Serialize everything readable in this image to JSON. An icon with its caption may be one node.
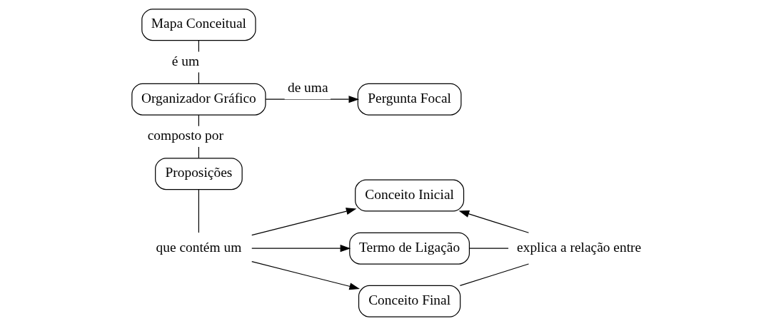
{
  "diagram": {
    "nodes": [
      {
        "text": [
          "Mapa Conceitual"
        ]
      },
      {
        "text": [
          "Organizador Gráfico"
        ]
      },
      {
        "text": [
          "Pergunta Focal"
        ]
      },
      {
        "text": [
          "Proposições"
        ]
      },
      {
        "text": [
          "que contém um"
        ]
      },
      {
        "text": [
          "Conceito Inicial"
        ]
      },
      {
        "text": [
          "Termo de Ligação"
        ]
      },
      {
        "text": [
          "Conceito Final"
        ]
      },
      {
        "text": [
          "explica a relação entre"
        ]
      }
    ],
    "edges": [
      {
        "from": 0,
        "to": 1,
        "arrow": "none",
        "label": "é um"
      },
      {
        "from": 1,
        "to": 2,
        "arrow": "to",
        "label": "de uma"
      },
      {
        "from": 1,
        "to": 3,
        "arrow": "none",
        "label": "composto por"
      },
      {
        "from": 3,
        "to": 4,
        "arrow": "none"
      },
      {
        "from": 4,
        "to": 5,
        "arrow": "to"
      },
      {
        "from": 4,
        "to": 6,
        "arrow": "to"
      },
      {
        "from": 4,
        "to": 7,
        "arrow": "to"
      },
      {
        "from": 8,
        "to": 5,
        "arrow": "to"
      },
      {
        "from": 8,
        "to": 6,
        "arrow": "none"
      },
      {
        "from": 8,
        "to": 7,
        "arrow": "none"
      }
    ]
  }
}
